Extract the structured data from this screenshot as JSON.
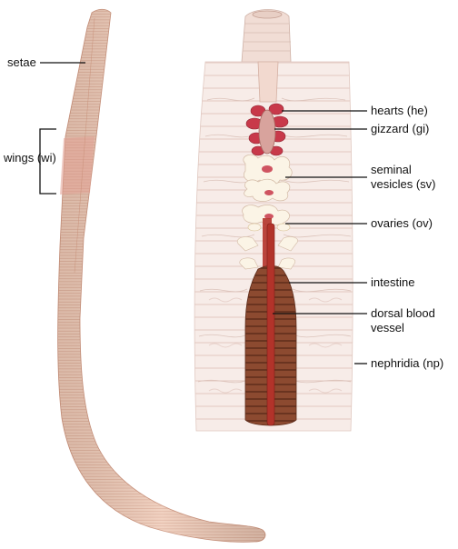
{
  "labels": {
    "setae": "setae",
    "wings": "wings (wi)",
    "hearts": "hearts (he)",
    "gizzard": "gizzard (gi)",
    "seminal_vesicles_line1": "seminal",
    "seminal_vesicles_line2": "vesicles (sv)",
    "ovaries": "ovaries (ov)",
    "intestine": "intestine",
    "dorsal_vessel_line1": "dorsal blood",
    "dorsal_vessel_line2": "vessel",
    "nephridia": "nephridia (np)"
  },
  "colors": {
    "worm_body": "#efcbb8",
    "worm_ring": "#d9a892",
    "clitellum": "#e2a094",
    "dissection_body": "#f7ece8",
    "hearts": "#c8394a",
    "vesicles": "#fbf4e6",
    "intestine": "#8c4a30",
    "dorsal_vessel": "#b2332a"
  }
}
